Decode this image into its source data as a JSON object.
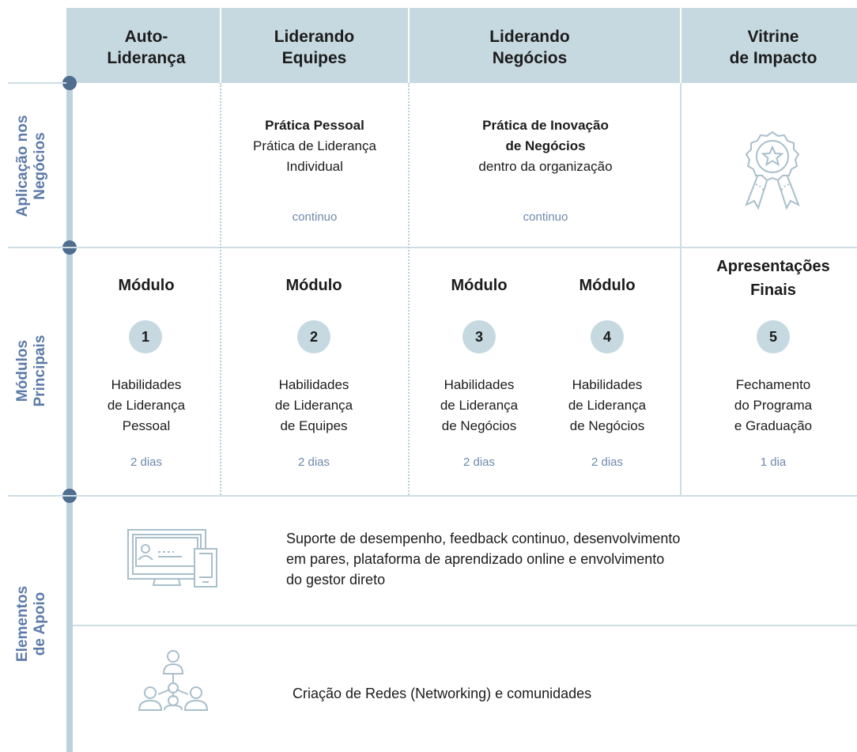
{
  "columns": [
    {
      "title": "Auto-\nLiderança"
    },
    {
      "title": "Liderando\nEquipes"
    },
    {
      "title": "Liderando\nNegócios"
    },
    {
      "title": "Vitrine\nde Impacto"
    }
  ],
  "rows": {
    "application": "Aplicação nos\nNegócios",
    "core": "Módulos\nPrincipais",
    "support": "Elementos\nde Apoio"
  },
  "application": {
    "personal": {
      "bold": "Prática Pessoal",
      "text": "Prática de Liderança\nIndividual",
      "duration": "continuo"
    },
    "business": {
      "bold": "Prática de Inovação\nde Negócios",
      "text": "dentro da organização",
      "duration": "continuo"
    },
    "badge_icon": "award-ribbon-icon"
  },
  "modules": [
    {
      "title": "Módulo",
      "number": "1",
      "description": "Habilidades\nde Liderança\nPessoal",
      "duration": "2 dias"
    },
    {
      "title": "Módulo",
      "number": "2",
      "description": "Habilidades\nde Liderança\nde Equipes",
      "duration": "2 dias"
    },
    {
      "title": "Módulo",
      "number": "3",
      "description": "Habilidades\nde Liderança\nde Negócios",
      "duration": "2 dias"
    },
    {
      "title": "Módulo",
      "number": "4",
      "description": "Habilidades\nde Liderança\nde Negócios",
      "duration": "2 dias"
    },
    {
      "title": "Apresentações\nFinais",
      "number": "5",
      "description": "Fechamento\ndo Programa\ne Graduação",
      "duration": "1 dia"
    }
  ],
  "support": [
    {
      "icon": "devices-icon",
      "text": "Suporte de desempenho, feedback continuo, desenvolvimento\nem pares, plataforma de aprendizado online e envolvimento\ndo gestor direto"
    },
    {
      "icon": "network-people-icon",
      "text": "Criação de Redes (Networking) e comunidades"
    }
  ],
  "colors": {
    "header": "#c6d9e1",
    "rail": "#bcd2dc",
    "dot": "#4f6d8e",
    "label": "#5c7aa8",
    "duration": "#6e89ad"
  }
}
